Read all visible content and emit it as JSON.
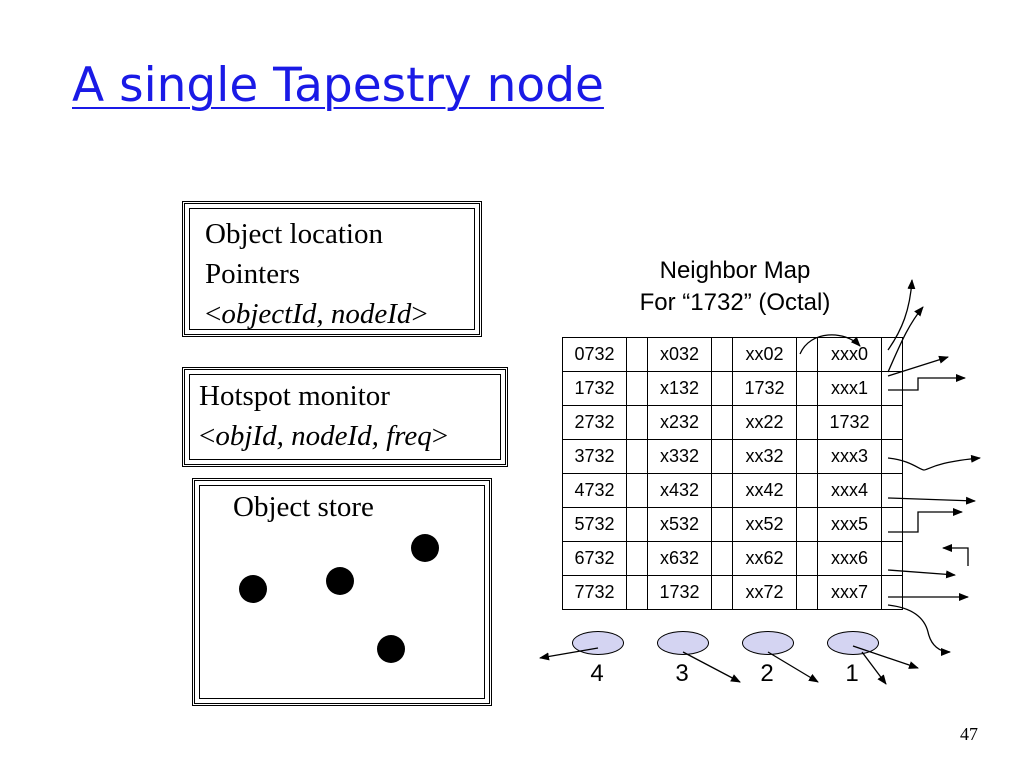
{
  "slide": {
    "title": "A single Tapestry node",
    "page_number": "47"
  },
  "boxes": {
    "object_location": {
      "line1": "Object location",
      "line2": "Pointers",
      "lt": "<",
      "line3": "objectId, nodeId",
      "gt": ">"
    },
    "hotspot": {
      "line1": "Hotspot monitor",
      "lt": "<",
      "line2": "objId, nodeId, freq",
      "gt": ">"
    },
    "object_store": {
      "label": "Object store"
    }
  },
  "neighbor_map": {
    "title_line1": "Neighbor Map",
    "title_line2": "For “1732” (Octal)",
    "rows": [
      [
        "0732",
        "x032",
        "xx02",
        "xxx0"
      ],
      [
        "1732",
        "x132",
        "1732",
        "xxx1"
      ],
      [
        "2732",
        "x232",
        "xx22",
        "1732"
      ],
      [
        "3732",
        "x332",
        "xx32",
        "xxx3"
      ],
      [
        "4732",
        "x432",
        "xx42",
        "xxx4"
      ],
      [
        "5732",
        "x532",
        "xx52",
        "xxx5"
      ],
      [
        "6732",
        "x632",
        "xx62",
        "xxx6"
      ],
      [
        "7732",
        "1732",
        "xx72",
        "xxx7"
      ]
    ],
    "levels": [
      "4",
      "3",
      "2",
      "1"
    ]
  }
}
